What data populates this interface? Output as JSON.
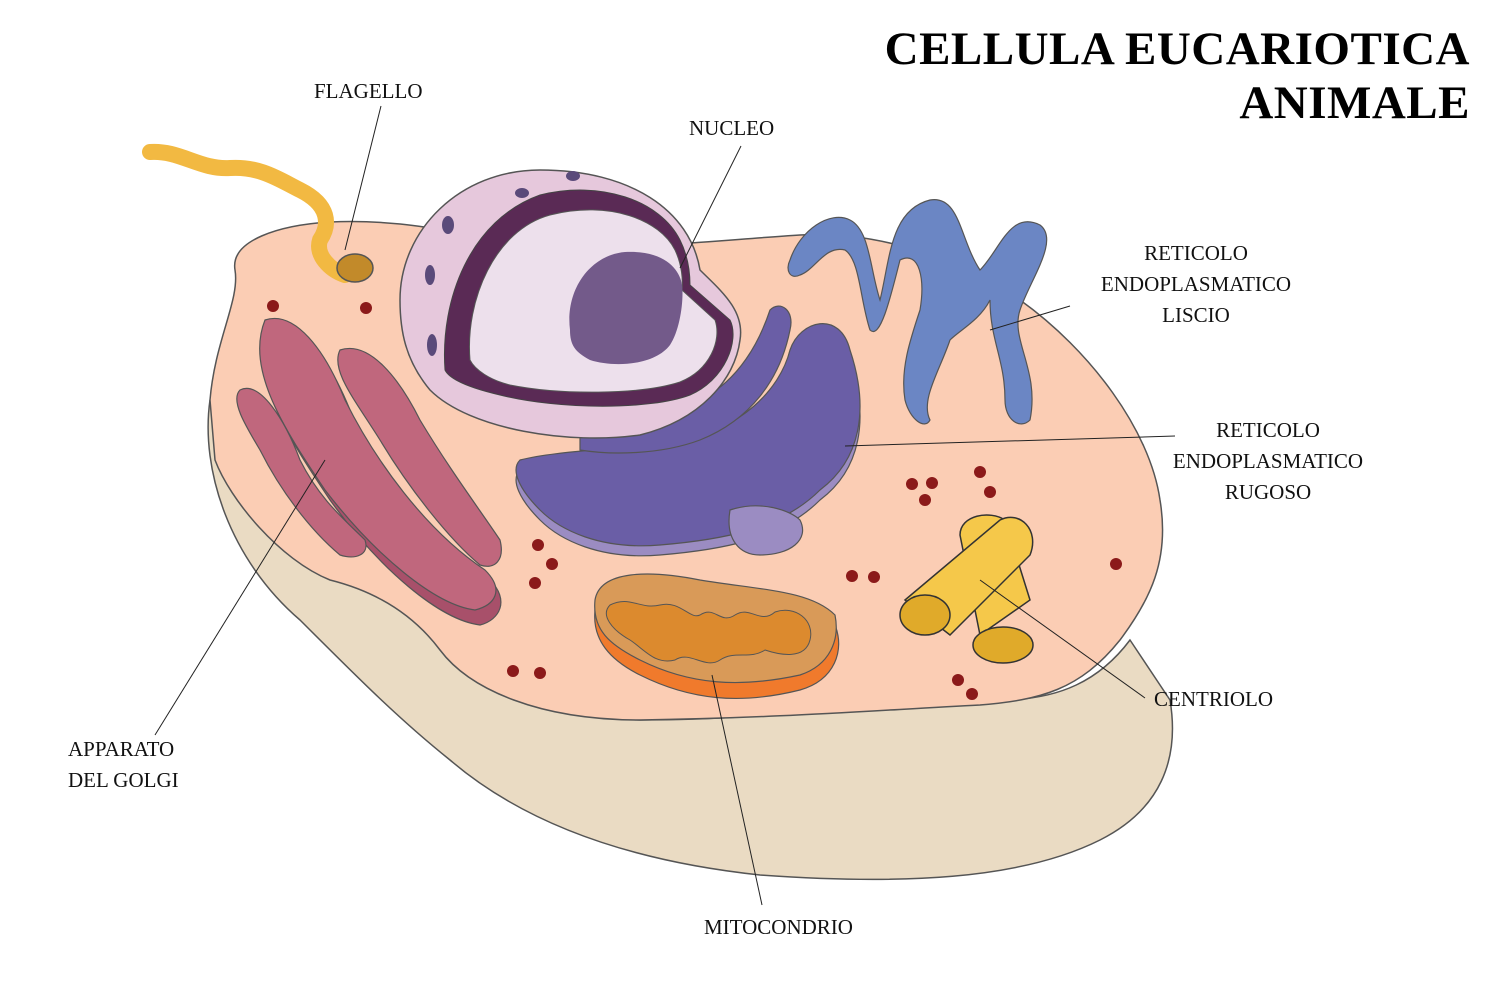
{
  "title": {
    "line1": "CELLULA EUCARIOTICA",
    "line2": "ANIMALE"
  },
  "labels": {
    "flagello": "FLAGELLO",
    "nucleo": "NUCLEO",
    "rel_line1": "RETICOLO",
    "rel_line2": "ENDOPLASMATICO",
    "rel_line3": "LISCIO",
    "rer_line1": "RETICOLO",
    "rer_line2": "ENDOPLASMATICO",
    "rer_line3": "RUGOSO",
    "centriolo": "CENTRIOLO",
    "mitocondrio": "MITOCONDRIO",
    "golgi_line1": "APPARATO",
    "golgi_line2": "DEL GOLGI"
  },
  "colors": {
    "cytoplasm": "#fbcdb4",
    "cell_side": "#eadbc3",
    "nucleus_outer": "#e6c8dc",
    "nucleus_envelope": "#5a2a55",
    "nucleus_inner": "#ede0ec",
    "nucleolus": "#735a8a",
    "smooth_er": "#6b86c4",
    "rough_er": "#6a5ea6",
    "rough_er_light": "#9b8cc2",
    "golgi": "#c0677d",
    "golgi_dark": "#a8506a",
    "mitochondrion": "#d99a58",
    "mitochondrion_cristae": "#dc8a2e",
    "mitochondrion_edge": "#f07a2c",
    "centriole": "#f5c84a",
    "centriole_dark": "#e0aa2a",
    "flagellum": "#f2b942",
    "ribosome": "#8b1a1a"
  }
}
